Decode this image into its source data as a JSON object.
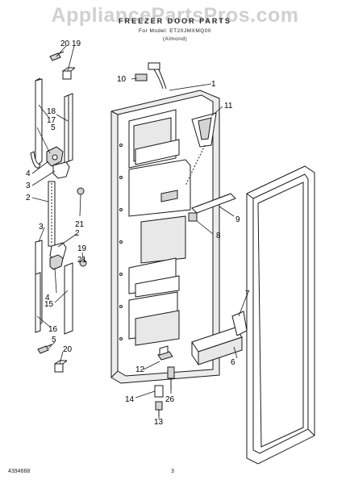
{
  "watermark": "AppliancePartsPros.com",
  "header": {
    "title": "FREEZER DOOR PARTS",
    "subtitle_1": "For Model: ET20JMXMQ00",
    "subtitle_2": "(Almond)"
  },
  "callouts": [
    "1",
    "2",
    "3",
    "4",
    "5",
    "6",
    "7",
    "8",
    "9",
    "10",
    "11",
    "12",
    "13",
    "14",
    "15",
    "16",
    "17",
    "18",
    "19",
    "20",
    "21",
    "26",
    "2",
    "3",
    "4",
    "5",
    "20",
    "19",
    "21"
  ],
  "footer": {
    "code": "4394668",
    "page": "3"
  },
  "colors": {
    "line": "#1a1a1a",
    "shade": "#d4d4d4",
    "background": "#ffffff"
  }
}
